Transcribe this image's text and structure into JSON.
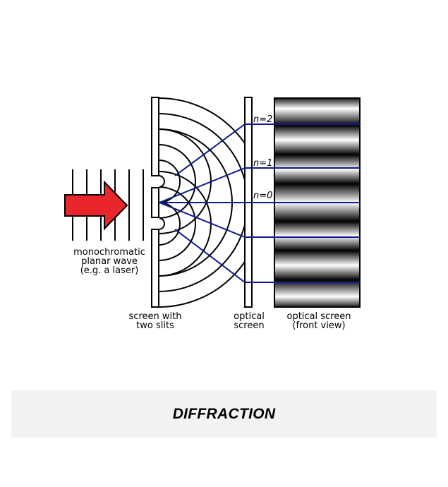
{
  "labels": {
    "source_line1": "monochromatic",
    "source_line2": "planar wave",
    "source_line3": "(e.g. a laser)",
    "slits_line1": "screen with",
    "slits_line2": "two slits",
    "optical_line1": "optical",
    "optical_line2": "screen",
    "front_line1": "optical screen",
    "front_line2": "(front view)"
  },
  "orders": [
    "n=2",
    "n=1",
    "n=0"
  ],
  "caption": "DIFFRACTION",
  "colors": {
    "arrow": "#e8262b",
    "rays": "#0d1a8c",
    "lines": "#000000",
    "caption_bg": "#f2f2f2"
  }
}
